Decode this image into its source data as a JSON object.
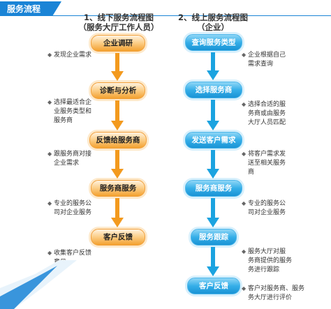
{
  "header": {
    "title": "服务流程"
  },
  "left": {
    "title_line1": "1、线下服务流程图",
    "title_line2": "（服务大厅工作人员）",
    "nodes": [
      "企业调研",
      "诊断与分析",
      "反馈给服务商",
      "服务商服务",
      "客户反馈"
    ],
    "descs": [
      [
        "发现企业需求"
      ],
      [
        "选择最适合企",
        "业服务类型和",
        "服务商"
      ],
      [
        "跟服务商对接",
        "企业需求"
      ],
      [
        "专业的服务公",
        "司对企业服务"
      ],
      [
        "收集客户反馈",
        "意见"
      ]
    ]
  },
  "right": {
    "title_line1": "2、线上服务流程图",
    "title_line2": "（企业）",
    "nodes": [
      "查询服务类型",
      "选择服务商",
      "发送客户需求",
      "服务商服务",
      "服务跟踪",
      "客户反馈"
    ],
    "descs": [
      [
        "企业根据自己",
        "需求查询"
      ],
      [
        "选择合适的服",
        "务商或由服务",
        "大厅人员匹配"
      ],
      [
        "将客户需求发",
        "送至相关服务",
        "商"
      ],
      [
        "专业的服务公",
        "司对企业服务"
      ],
      [
        "服务大厅对服",
        "务商提供的服务",
        "务进行跟踪"
      ],
      [
        "客户对服务商、服务",
        "务大厅进行评价"
      ]
    ]
  },
  "colors": {
    "orange": "#f39a1e",
    "blue": "#1ba3e0",
    "header": "#1a84d6"
  },
  "icons": {
    "bullet": "diamond-bullet-icon",
    "arrow": "down-arrow-icon"
  }
}
